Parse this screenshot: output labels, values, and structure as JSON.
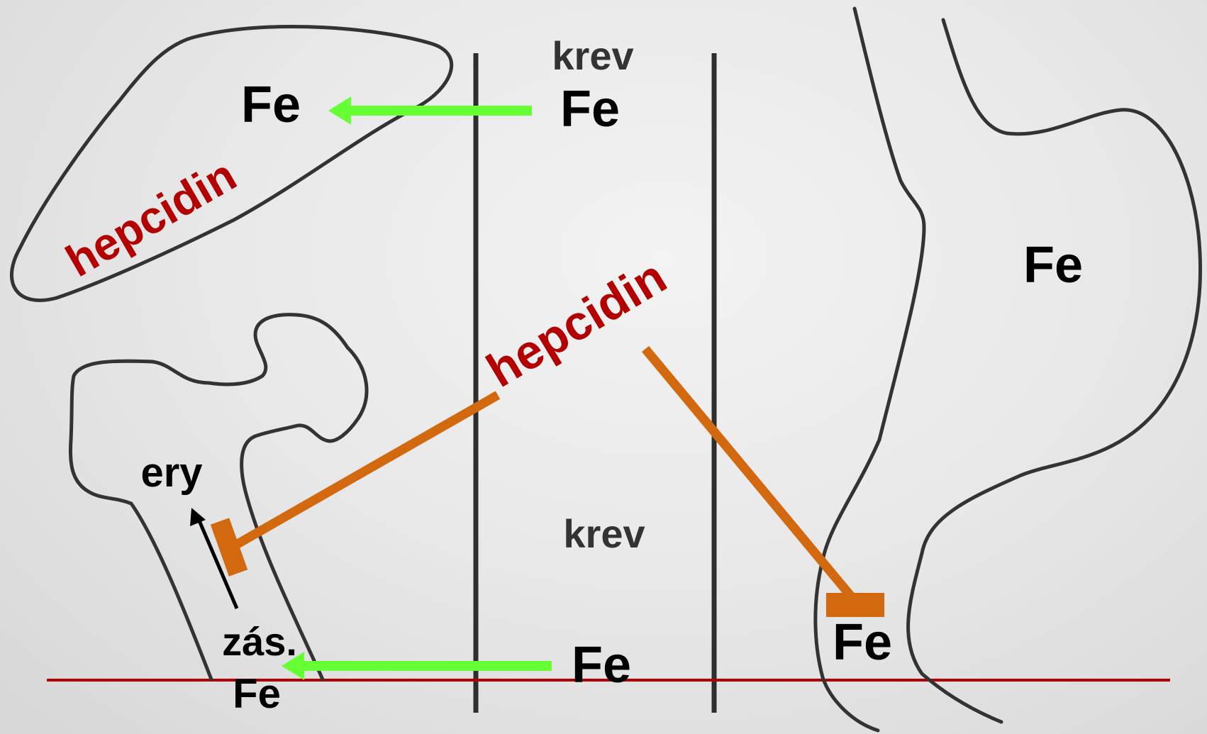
{
  "labels": {
    "krev_top": "krev",
    "krev_bottom": "krev",
    "fe_liver": "Fe",
    "fe_blood_top": "Fe",
    "fe_stomach": "Fe",
    "fe_intestine": "Fe",
    "fe_blood_bottom": "Fe",
    "fe_store": "Fe",
    "zas": "zás.",
    "ery": "ery",
    "hepcidin_liver": "hepcidin",
    "hepcidin_center": "hepcidin"
  },
  "colors": {
    "green_arrow": "#66ff33",
    "inhibition": "#d2690e",
    "hepcidin_text": "#b30000",
    "baseline": "#b30000",
    "outline": "#333333"
  }
}
